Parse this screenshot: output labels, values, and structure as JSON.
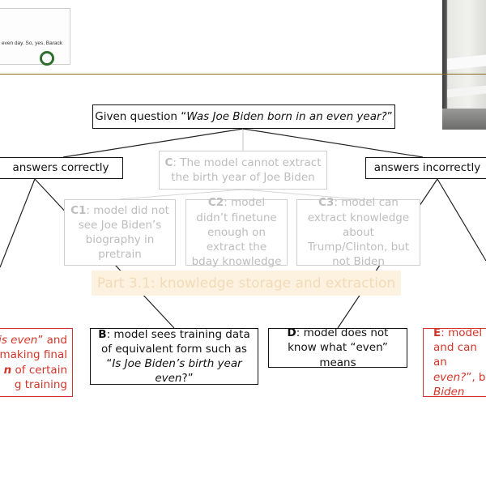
{
  "snippet": {
    "text": "even day. So, yes, Barack"
  },
  "question": {
    "prefix": "Given question “",
    "italic": "Was Joe Biden born in an even year?",
    "suffix": "”"
  },
  "branches": {
    "correct": "answers correctly",
    "incorrect": "answers incorrectly"
  },
  "grey_boxes": {
    "c": {
      "letter": "C",
      "text": ": The model cannot extract the birth year of Joe Biden"
    },
    "c1": {
      "letter": "C1",
      "text": ": model did not see Joe Biden’s biography in pretrain"
    },
    "c2": {
      "letter": "C2",
      "text": ": model didn’t finetune enough on extract the bday knowledge"
    },
    "c3": {
      "letter": "C3",
      "text": ": model can extract knowledge about Trump/Clinton, but not Biden"
    }
  },
  "banner": {
    "text": "Part 3.1: knowledge storage and extraction"
  },
  "leaf_a": {
    "line1_italic": "is even",
    "line1_rest": "” and",
    "line2": "making final",
    "line3_italic": "n",
    "line3_rest": " of certain",
    "line4": "g training"
  },
  "leaf_b": {
    "letter": "B",
    "text1": ": model sees training data of equivalent form such as “",
    "italic": "Is Joe Biden’s birth year even",
    "text2": "?”"
  },
  "leaf_d": {
    "letter": "D",
    "text": ": model does not know what “even” means"
  },
  "leaf_e": {
    "letter": "E",
    "line1": ": model",
    "line2": "and can an",
    "line3_italic": "even?",
    "line3_rest": "”, b",
    "line4_italic": "Biden"
  },
  "colors": {
    "red": "#d2362a",
    "grey_text": "#bdbdbd",
    "banner_bg": "#fdf2df",
    "rule": "#8b6a1e"
  }
}
